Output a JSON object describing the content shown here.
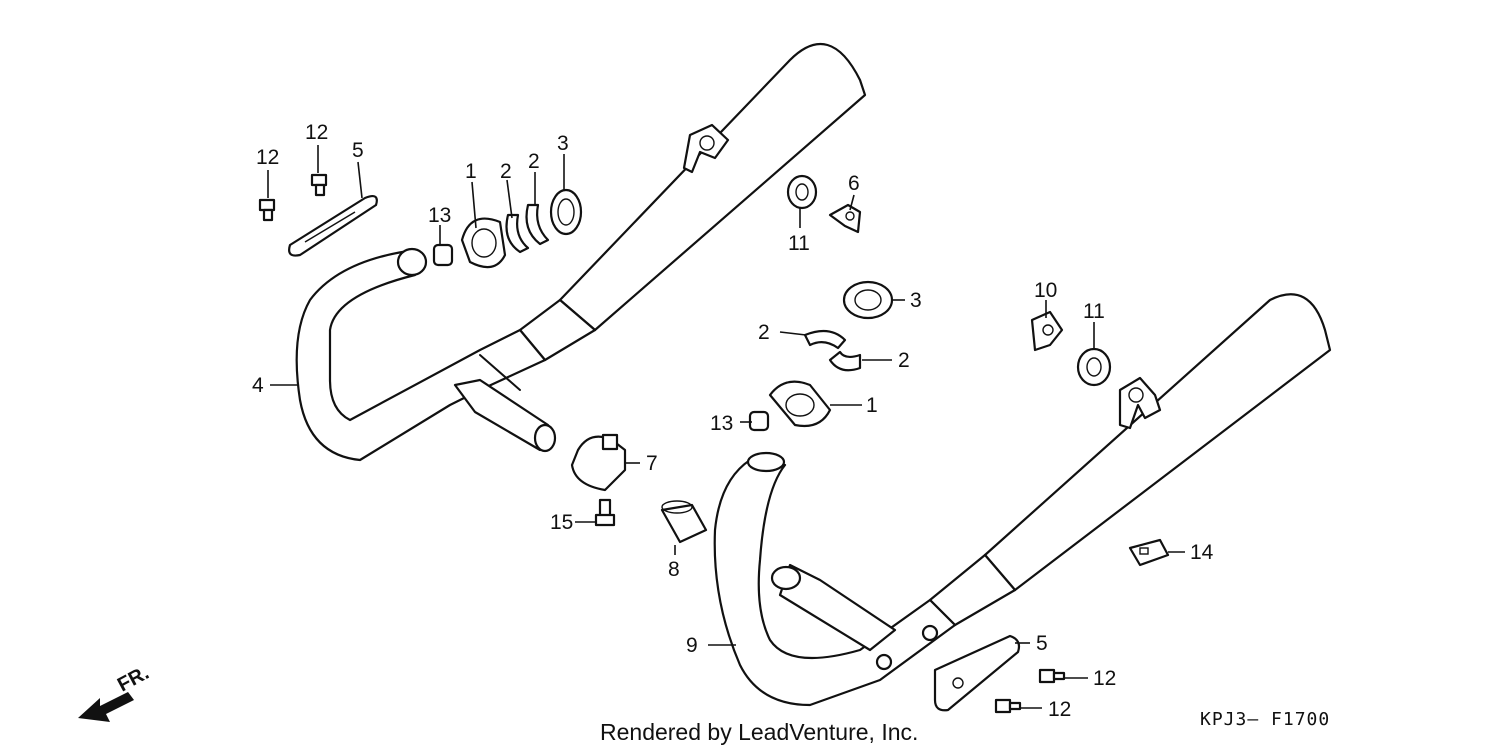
{
  "credit": "Rendered by LeadVenture, Inc.",
  "diagram_code": "KPJ3— F1700",
  "direction_label": "FR.",
  "callouts": {
    "p1_left": "1",
    "p2_left_a": "2",
    "p2_left_b": "2",
    "p3_left": "3",
    "p4": "4",
    "p5_left": "5",
    "p6": "6",
    "p7": "7",
    "p8": "8",
    "p9": "9",
    "p10": "10",
    "p11_left": "11",
    "p11_right": "11",
    "p12_a": "12",
    "p12_b": "12",
    "p13_left": "13",
    "p14": "14",
    "p15": "15",
    "p3_right": "3",
    "p2_right_a": "2",
    "p2_right_b": "2",
    "p1_right": "1",
    "p13_right": "13",
    "p5_right": "5",
    "p12_c": "12",
    "p12_d": "12"
  }
}
